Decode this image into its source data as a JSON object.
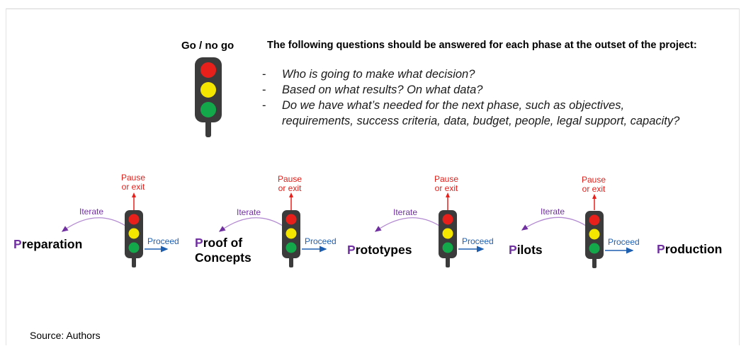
{
  "header": {
    "gonogo_label": "Go / no go",
    "questions_title": "The following questions should be answered for each phase at the outset of the project:",
    "questions": [
      {
        "dash": "-",
        "text": "Who is going to make what decision?"
      },
      {
        "dash": "-",
        "text": "Based on what results? On what data?"
      },
      {
        "dash": "-",
        "text": "Do we have what’s needed for the next phase, such as objectives, requirements, success criteria, data, budget, people, legal support, capacity?"
      }
    ]
  },
  "phases": [
    {
      "initial": "P",
      "rest": "reparation"
    },
    {
      "initial": "P",
      "rest": "roof of",
      "line2": "Concepts"
    },
    {
      "initial": "P",
      "rest": "rototypes"
    },
    {
      "initial": "P",
      "rest": "ilots"
    },
    {
      "initial": "P",
      "rest": "roduction"
    }
  ],
  "gates": {
    "pause_line1": "Pause",
    "pause_line2": "or exit",
    "proceed_label": "Proceed",
    "iterate_label": "Iterate"
  },
  "colors": {
    "red": "#e8201c",
    "yellow": "#f5e600",
    "green": "#13a84a",
    "housing": "#3b3b3b",
    "purple": "#7030a0",
    "blue": "#1f5fb0"
  },
  "footer": {
    "source": "Source: Authors"
  }
}
